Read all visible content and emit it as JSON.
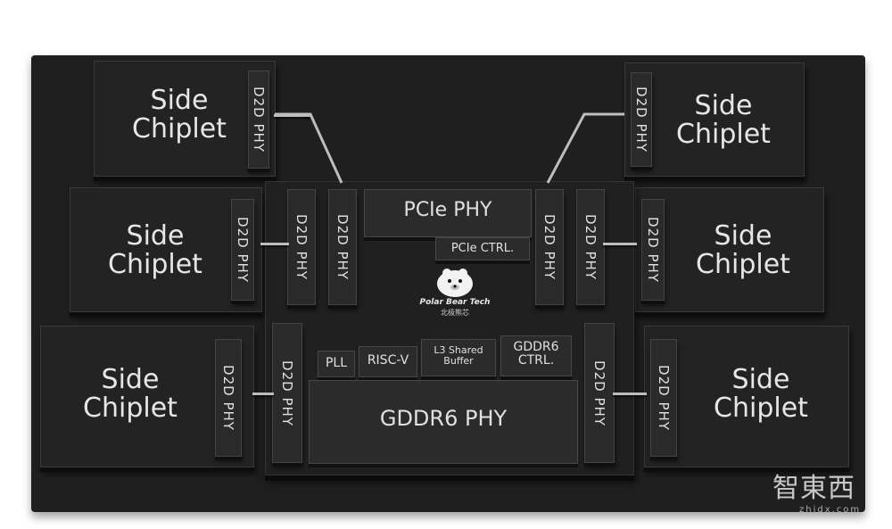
{
  "side_chiplet_label": "Side\nChiplet",
  "d2d_phy_label": "D2D PHY",
  "pcie_phy_label": "PCIe PHY",
  "pcie_ctrl_label": "PCIe CTRL.",
  "pll_label": "PLL",
  "riscv_label": "RISC-V",
  "l3_label": "L3 Shared\nBuffer",
  "gddr6_ctrl_label": "GDDR6\nCTRL.",
  "gddr6_phy_label": "GDDR6 PHY",
  "logo_text": "Polar Bear Tech",
  "logo_cn": "北极熊芯",
  "watermark_cn": "智東西",
  "watermark_en": "zhidx.com"
}
